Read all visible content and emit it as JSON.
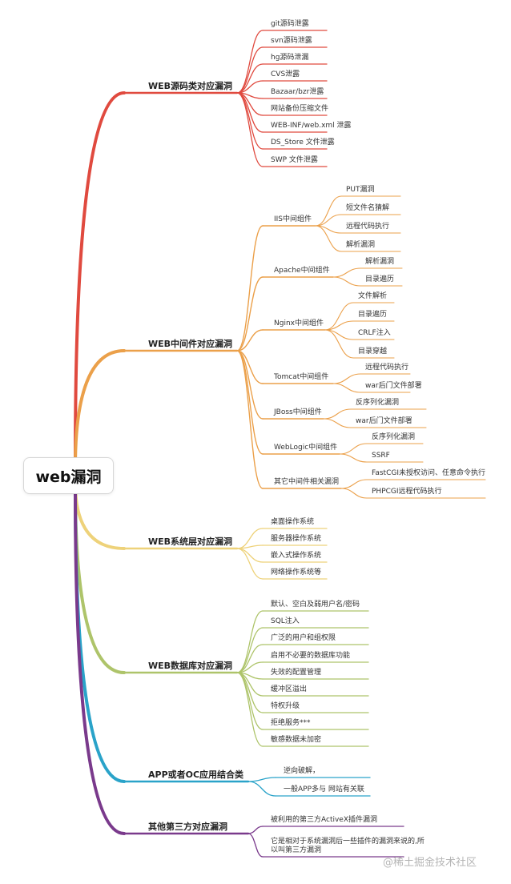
{
  "root": {
    "label": "web漏洞"
  },
  "branches": [
    {
      "label": "WEB源码类对应漏洞",
      "color": "#e04a3f",
      "children": [
        {
          "label": "git源码泄露"
        },
        {
          "label": "svn源码泄露"
        },
        {
          "label": "hg源码泄漏"
        },
        {
          "label": "CVS泄露"
        },
        {
          "label": "Bazaar/bzr泄露"
        },
        {
          "label": "网站备份压缩文件"
        },
        {
          "label": "WEB-INF/web.xml 泄露"
        },
        {
          "label": "DS_Store 文件泄露"
        },
        {
          "label": "SWP 文件泄露"
        }
      ]
    },
    {
      "label": "WEB中间件对应漏洞",
      "color": "#eba04a",
      "children": [
        {
          "label": "IIS中间组件",
          "children": [
            {
              "label": "PUT漏洞"
            },
            {
              "label": "短文件名猜解"
            },
            {
              "label": "远程代码执行"
            },
            {
              "label": "解析漏洞"
            }
          ]
        },
        {
          "label": "Apache中间组件",
          "children": [
            {
              "label": "解析漏洞"
            },
            {
              "label": "目录遍历"
            }
          ]
        },
        {
          "label": "Nginx中间组件",
          "children": [
            {
              "label": "文件解析"
            },
            {
              "label": "目录遍历"
            },
            {
              "label": "CRLF注入"
            },
            {
              "label": "目录穿越"
            }
          ]
        },
        {
          "label": "Tomcat中间组件",
          "children": [
            {
              "label": "远程代码执行"
            },
            {
              "label": "war后门文件部署"
            }
          ]
        },
        {
          "label": "JBoss中间组件",
          "children": [
            {
              "label": "反序列化漏洞"
            },
            {
              "label": "war后门文件部署"
            }
          ]
        },
        {
          "label": "WebLogic中间组件",
          "children": [
            {
              "label": "反序列化漏洞"
            },
            {
              "label": "SSRF"
            }
          ]
        },
        {
          "label": "其它中间件相关漏洞",
          "children": [
            {
              "label": "FastCGI未授权访问、任意命令执行"
            },
            {
              "label": "PHPCGI远程代码执行"
            }
          ]
        }
      ]
    },
    {
      "label": "WEB系统层对应漏洞",
      "color": "#eed27a",
      "children": [
        {
          "label": "桌面操作系统"
        },
        {
          "label": "服务器操作系统"
        },
        {
          "label": "嵌入式操作系统"
        },
        {
          "label": "网络操作系统等"
        }
      ]
    },
    {
      "label": "WEB数据库对应漏洞",
      "color": "#aec46a",
      "children": [
        {
          "label": "默认、空白及弱用户名/密码"
        },
        {
          "label": "SQL注入"
        },
        {
          "label": "广泛的用户和组权限"
        },
        {
          "label": "启用不必要的数据库功能"
        },
        {
          "label": "失效的配置管理"
        },
        {
          "label": "缓冲区溢出"
        },
        {
          "label": "特权升级"
        },
        {
          "label": "拒绝服务***"
        },
        {
          "label": "敏感数据未加密"
        }
      ]
    },
    {
      "label": "APP或者OC应用结合类",
      "color": "#2aa3c9",
      "children": [
        {
          "label": "逆向破解，"
        },
        {
          "label": "一般APP多与 网站有关联"
        }
      ]
    },
    {
      "label": "其他第三方对应漏洞",
      "color": "#7a3a8c",
      "children": [
        {
          "label": "被利用的第三方ActiveX插件漏洞"
        },
        {
          "label": "它是相对于系统漏洞后一些插件的漏洞来说的,所以叫第三方漏洞"
        }
      ]
    }
  ],
  "watermark": "@稀土掘金技术社区"
}
